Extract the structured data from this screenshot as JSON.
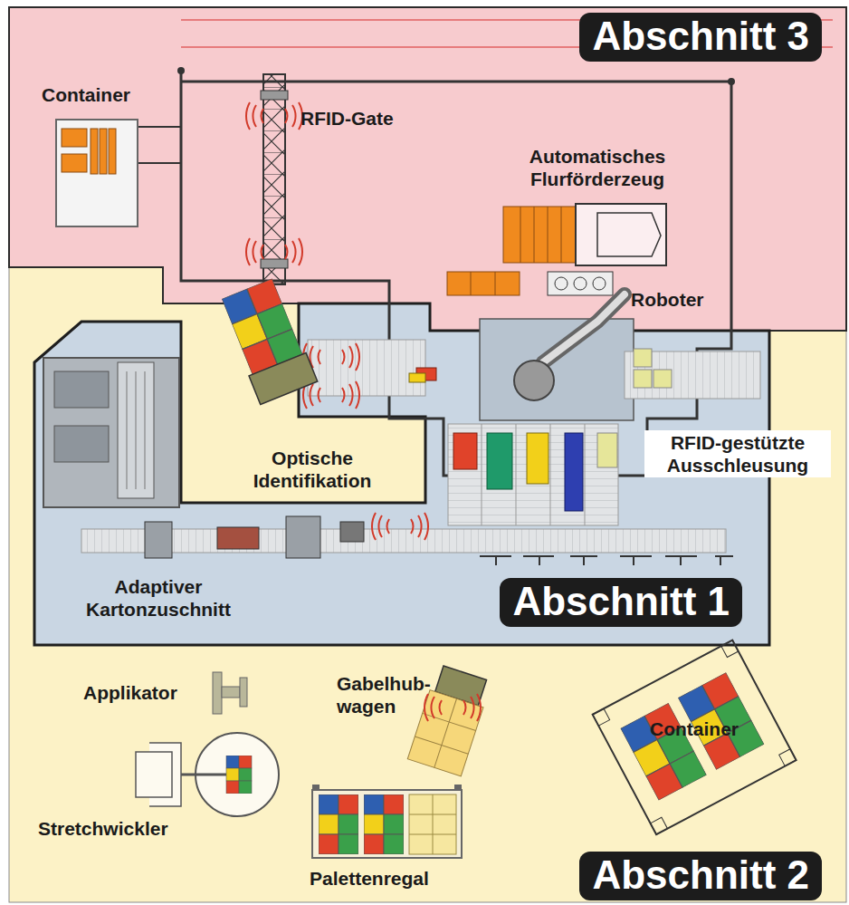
{
  "diagram": {
    "nodes": [
      {
        "text": [
          "Abschnitt 3"
        ]
      },
      {
        "text": [
          "Abschnitt 1"
        ]
      },
      {
        "text": [
          "Abschnitt 2"
        ]
      }
    ],
    "labels": [
      "Container",
      "RFID-Gate",
      "Automatisches Flurförderzeug",
      "Roboter",
      "Optische Identifikation",
      "RFID-gestützte Ausschleusung",
      "Adaptiver Kartonzuschnitt",
      "Applikator",
      "Gabelhub- wagen",
      "Container",
      "Stretchwickler",
      "Palettenregal"
    ]
  }
}
